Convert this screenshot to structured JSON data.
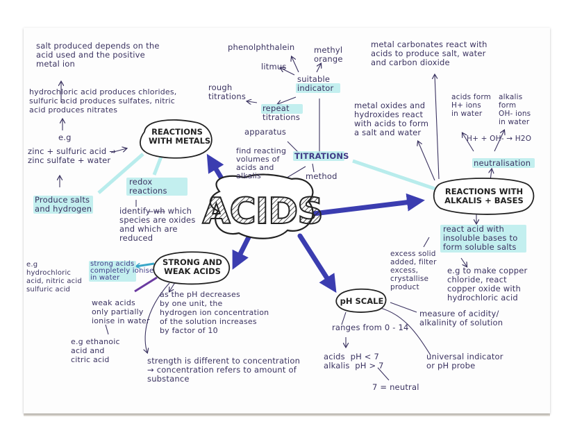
{
  "central": {
    "label": "ACIDS"
  },
  "branches": {
    "metals": {
      "label": "REACTIONS\nWITH METALS",
      "salt_note": "salt produced depends on the\nacid used and the positive\nmetal ion",
      "examples": "hydrochloric acid produces chlorides,\nsulfuric acid produces sulfates, nitric\nacid produces nitrates",
      "eg": "e.g",
      "equation": "zinc + sulfuric acid →\nzinc sulfate + water",
      "products": "Produce salts\nand hydrogen",
      "redox": "redox\nreactions",
      "identify": "identify ̶w̶h̶ which\nspecies are oxides\nand which are\nreduced"
    },
    "titrations": {
      "label": "TITRATIONS",
      "method": "method",
      "apparatus": "apparatus",
      "find_volumes": "find reacting\nvolumes of\nacids and\nalkalis",
      "repeat": "repeat\ntitrations",
      "rough": "rough\ntitrations",
      "indicator": "suitable\nindicator",
      "phenolphthalein": "phenolphthalein",
      "litmus": "litmus",
      "methyl_orange": "methyl\norange"
    },
    "alkalis": {
      "label": "REACTIONS WITH\nALKALIS + BASES",
      "carbonates": "metal carbonates react with\nacids to produce salt, water\nand carbon dioxide",
      "oxides": "metal oxides and\nhydroxides react\nwith acids to form\na salt and water",
      "acids_form": "acids form\nH+ ions\nin water",
      "alkalis_form": "alkalis\nform\nOH- ions\nin water",
      "ionic_equation": "H+ + OH- → H2O",
      "neutralisation": "neutralisation",
      "insoluble": "react acid with\ninsoluble bases to\nform soluble salts",
      "excess": "excess solid\nadded, filter\nexcess,\ncrystallise\nproduct",
      "copper": "e.g to make copper\nchloride, react\ncopper oxide with\nhydrochloric acid"
    },
    "strength": {
      "label": "STRONG AND\nWEAK ACIDS",
      "strong": "strong acids\ncompletely ionise\nin water",
      "strong_eg": "e.g\nhydrochloric\nacid, nitric acid\nsulfuric acid",
      "weak": "weak acids\nonly partially\nionise in water",
      "weak_eg": "e.g ethanoic\nacid and\ncitric acid",
      "ph_decrease": "as the pH decreases\nby one unit, the\nhydrogen ion concentration\nof the solution increases\nby factor of 10",
      "difference": "strength is different to concentration\n→ concentration refers to amount of\nsubstance"
    },
    "ph": {
      "label": "pH SCALE",
      "measure": "measure of acidity/\nalkalinity of solution",
      "range": "ranges from 0 - 14",
      "values": "acids  pH < 7\nalkalis  pH > 7",
      "neutral": "7 = neutral",
      "universal": "universal indicator\nor pH probe"
    }
  },
  "colors": {
    "ink": "#3a3260",
    "arrow": "#3b3db0",
    "highlight": "#b8ecec",
    "bubble_outline": "#222222"
  }
}
